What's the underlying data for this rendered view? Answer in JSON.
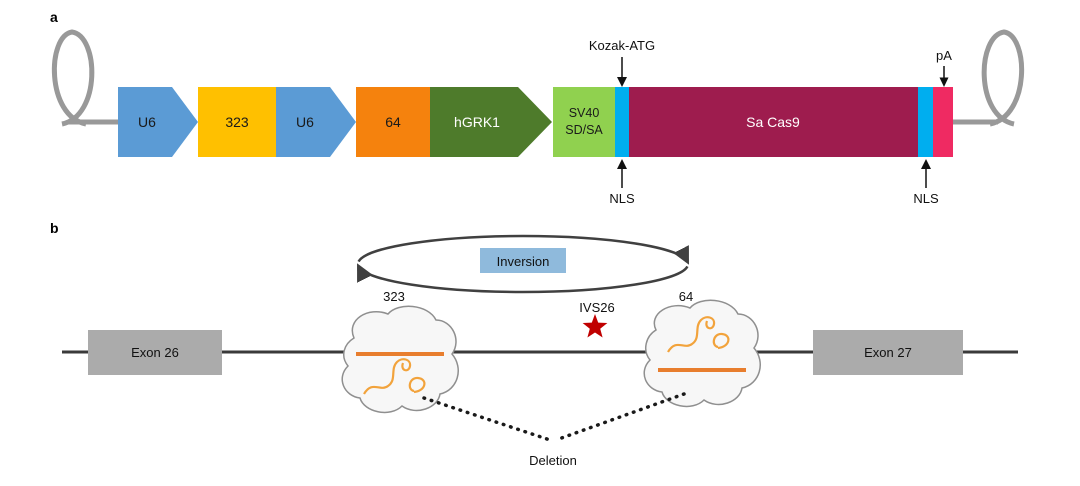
{
  "colors": {
    "u6_blue": "#5B9BD5",
    "grna323_yellow": "#FFC000",
    "grna64_orange": "#F5820D",
    "hgrk1_green": "#4E7B2B",
    "sv40_green": "#90D14F",
    "nls_cyan": "#00AEEF",
    "sacas9_maroon": "#9E1C4E",
    "pa_pink": "#EF2A62",
    "itr_gray": "#999999",
    "exon_gray": "#ABABAB",
    "inversion_bg": "#8FBADC",
    "guide_text_blue": "#27537B",
    "ivs26_red": "#C00000",
    "grna_orange": "#F2A33C",
    "target_orange": "#E87E2E"
  },
  "icons": {
    "ivs26_star": "filled-star",
    "left_itr": "hairpin-loop",
    "right_itr": "hairpin-loop"
  },
  "panel_a": {
    "label": "a",
    "elements": {
      "u6_1": "U6",
      "g323": "323",
      "u6_2": "U6",
      "g64": "64",
      "hgrk1": "hGRK1",
      "sv40_line1": "SV40",
      "sv40_line2": "SD/SA",
      "sacas9": "Sa Cas9"
    },
    "annotations": {
      "kozak": "Kozak-ATG",
      "pa": "pA",
      "nls_left": "NLS",
      "nls_right": "NLS"
    }
  },
  "panel_b": {
    "label": "b",
    "inversion": "Inversion",
    "guide_left": "323",
    "guide_right": "64",
    "ivs26": "IVS26",
    "exon_left": "Exon 26",
    "exon_right": "Exon 27",
    "deletion": "Deletion"
  }
}
